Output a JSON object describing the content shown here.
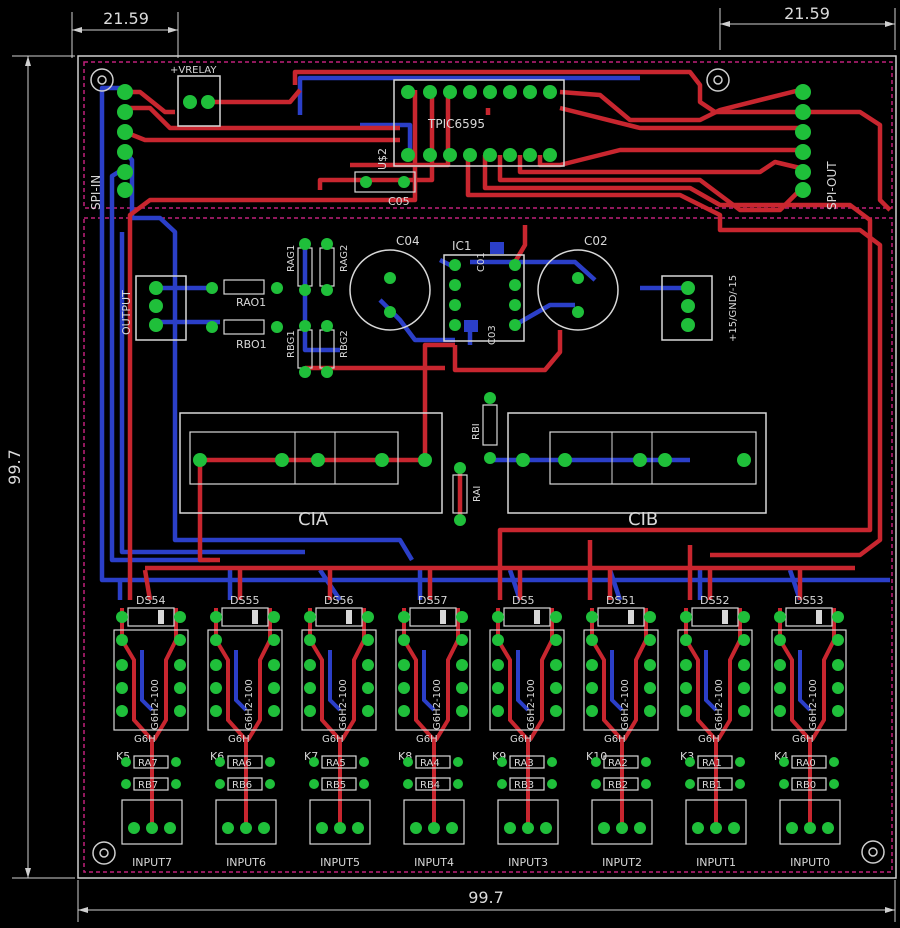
{
  "colors": {
    "background": "#000000",
    "top_copper": "#c8262f",
    "bottom_copper": "#2b3fc8",
    "pad": "#1fbf3a",
    "silkscreen": "#d8d8d8",
    "dimension": "#cfcfcf",
    "restrict": "#c0207a"
  },
  "dimensions": {
    "left_top": "21.59",
    "right_top": "21.59",
    "height": "99.7",
    "width": "99.7"
  },
  "labels": {
    "vrelay": "+VRELAY",
    "tpic": "TPIC6595",
    "u2": "U$2",
    "c05": "C05",
    "spi_in": "SPI-IN",
    "spi_out": "SPI-OUT",
    "output": "OUTPUT",
    "rao1": "RAO1",
    "rbo1": "RBO1",
    "rag1": "RAG1",
    "rag2": "RAG2",
    "rbg1": "RBG1",
    "rbg2": "RBG2",
    "c04": "C04",
    "ic1": "IC1",
    "c02": "C02",
    "c01": "C01",
    "c03": "C03",
    "pwr": "+15/GND/-15",
    "rbi": "RBI",
    "rai": "RAI",
    "cia": "CIA",
    "cib": "CIB",
    "relay_type": "G6H",
    "relay_part": "G6H2-100"
  },
  "channels": [
    {
      "diode": "DS54",
      "relay": "K5",
      "ra": "RA7",
      "rb": "RB7",
      "input": "INPUT7"
    },
    {
      "diode": "DS55",
      "relay": "K6",
      "ra": "RA6",
      "rb": "RB6",
      "input": "INPUT6"
    },
    {
      "diode": "DS56",
      "relay": "K7",
      "ra": "RA5",
      "rb": "RB5",
      "input": "INPUT5"
    },
    {
      "diode": "DS57",
      "relay": "K8",
      "ra": "RA4",
      "rb": "RB4",
      "input": "INPUT4"
    },
    {
      "diode": "DS5",
      "relay": "K9",
      "ra": "RA3",
      "rb": "RB3",
      "input": "INPUT3"
    },
    {
      "diode": "DS51",
      "relay": "K10",
      "ra": "RA2",
      "rb": "RB2",
      "input": "INPUT2"
    },
    {
      "diode": "DS52",
      "relay": "K3",
      "ra": "RA1",
      "rb": "RB1",
      "input": "INPUT1"
    },
    {
      "diode": "DS53",
      "relay": "K4",
      "ra": "RA0",
      "rb": "RB0",
      "input": "INPUT0"
    }
  ]
}
